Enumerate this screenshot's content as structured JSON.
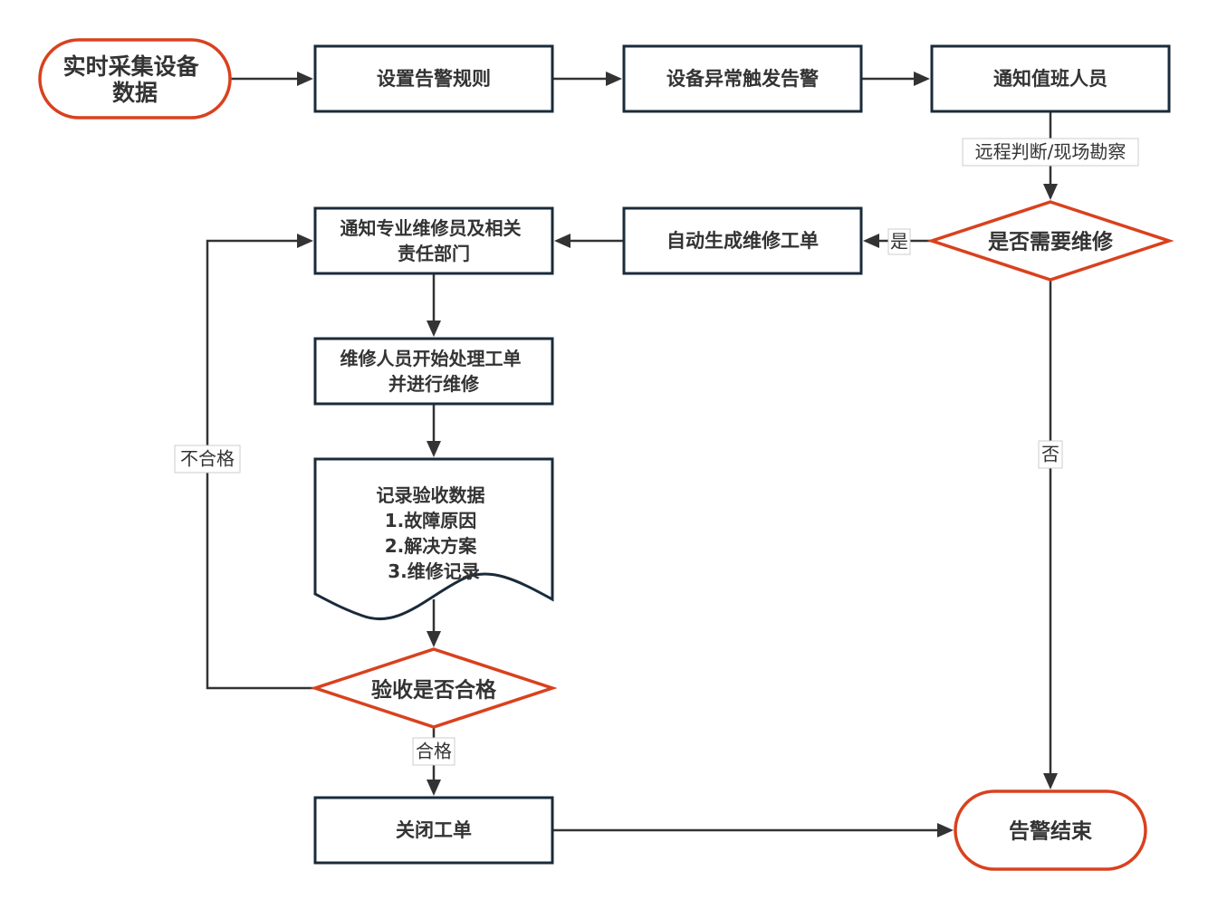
{
  "colors": {
    "process_stroke": "#1a2b3a",
    "terminal_stroke": "#d9411e",
    "decision_stroke": "#d9411e",
    "edge": "#333333",
    "text": "#333333"
  },
  "nodes": {
    "start": {
      "lines": [
        "实时采集设备",
        "数据"
      ]
    },
    "set_rules": {
      "lines": [
        "设置告警规则"
      ]
    },
    "trigger": {
      "lines": [
        "设备异常触发告警"
      ]
    },
    "notify_duty": {
      "lines": [
        "通知值班人员"
      ]
    },
    "need_repair": {
      "lines": [
        "是否需要维修"
      ]
    },
    "auto_order": {
      "lines": [
        "自动生成维修工单"
      ]
    },
    "notify_repair": {
      "lines": [
        "通知专业维修员及相关",
        "责任部门"
      ]
    },
    "start_repair": {
      "lines": [
        "维修人员开始处理工单",
        "并进行维修"
      ]
    },
    "record": {
      "lines": [
        "记录验收数据",
        "1.故障原因",
        "2.解决方案",
        "3.维修记录"
      ]
    },
    "accept": {
      "lines": [
        "验收是否合格"
      ]
    },
    "close_order": {
      "lines": [
        "关闭工单"
      ]
    },
    "end": {
      "lines": [
        "告警结束"
      ]
    }
  },
  "edge_labels": {
    "remote": "远程判断/现场勘察",
    "yes": "是",
    "no": "否",
    "fail": "不合格",
    "pass": "合格"
  }
}
